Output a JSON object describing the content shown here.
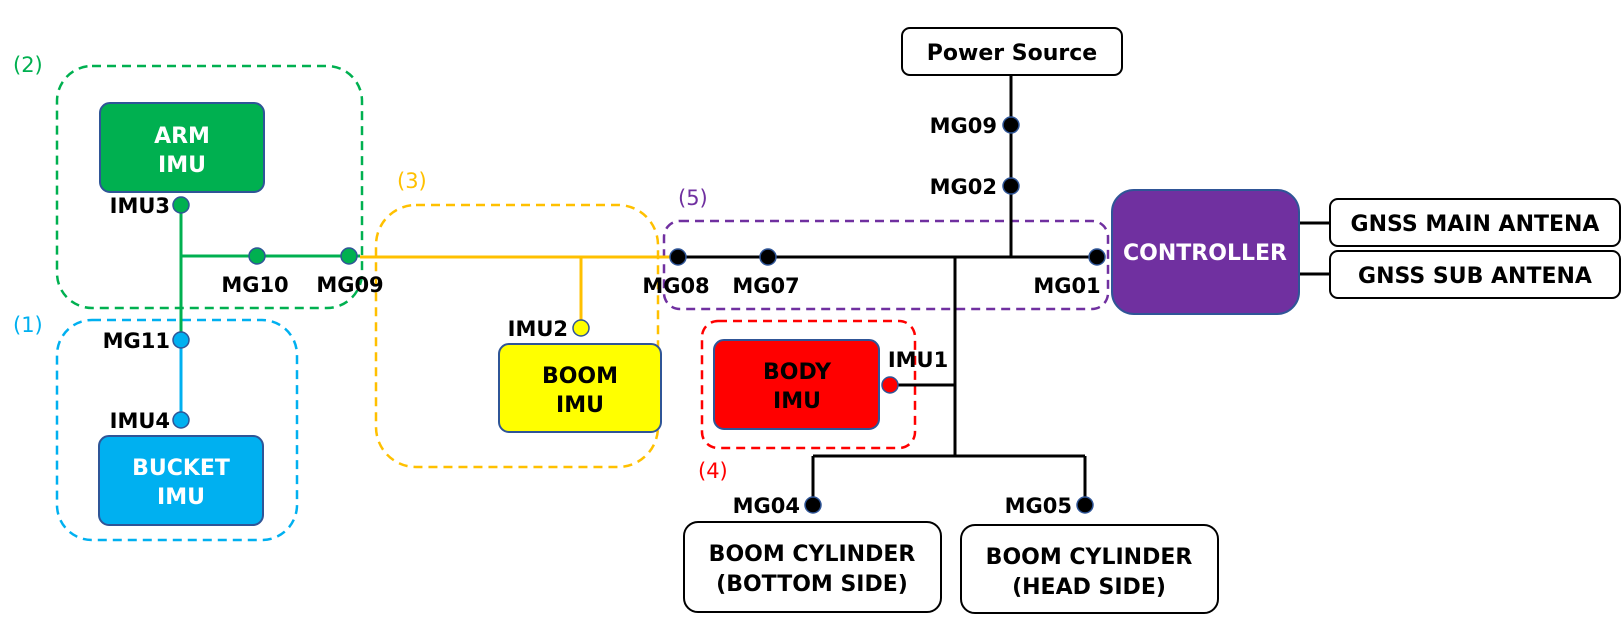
{
  "colors": {
    "arm": "#00b050",
    "bucket": "#00b0f0",
    "boom": "#ffc000",
    "boom_fill": "#ffff00",
    "body": "#ff0000",
    "controller": "#7030a0",
    "line": "#000000",
    "node_dark": "#000000",
    "node_stroke": "#2f5597"
  },
  "groups": {
    "g1": "(1)",
    "g2": "(2)",
    "g3": "(3)",
    "g4": "(4)",
    "g5": "(5)"
  },
  "boxes": {
    "arm": {
      "line1": "ARM",
      "line2": "IMU"
    },
    "bucket": {
      "line1": "BUCKET",
      "line2": "IMU"
    },
    "boom": {
      "line1": "BOOM",
      "line2": "IMU"
    },
    "body": {
      "line1": "BODY",
      "line2": "IMU"
    },
    "controller": "CONTROLLER",
    "power": "Power Source",
    "gnss_main": "GNSS MAIN ANTENA",
    "gnss_sub": "GNSS SUB ANTENA",
    "cyl_bottom": {
      "line1": "BOOM CYLINDER",
      "line2": "(BOTTOM SIDE)"
    },
    "cyl_head": {
      "line1": "BOOM CYLINDER",
      "line2": "(HEAD SIDE)"
    }
  },
  "nodes": {
    "imu1": "IMU1",
    "imu2": "IMU2",
    "imu3": "IMU3",
    "imu4": "IMU4",
    "mg01": "MG01",
    "mg02": "MG02",
    "mg04": "MG04",
    "mg05": "MG05",
    "mg07": "MG07",
    "mg08": "MG08",
    "mg09_power": "MG09",
    "mg09_arm": "MG09",
    "mg10": "MG10",
    "mg11": "MG11"
  }
}
